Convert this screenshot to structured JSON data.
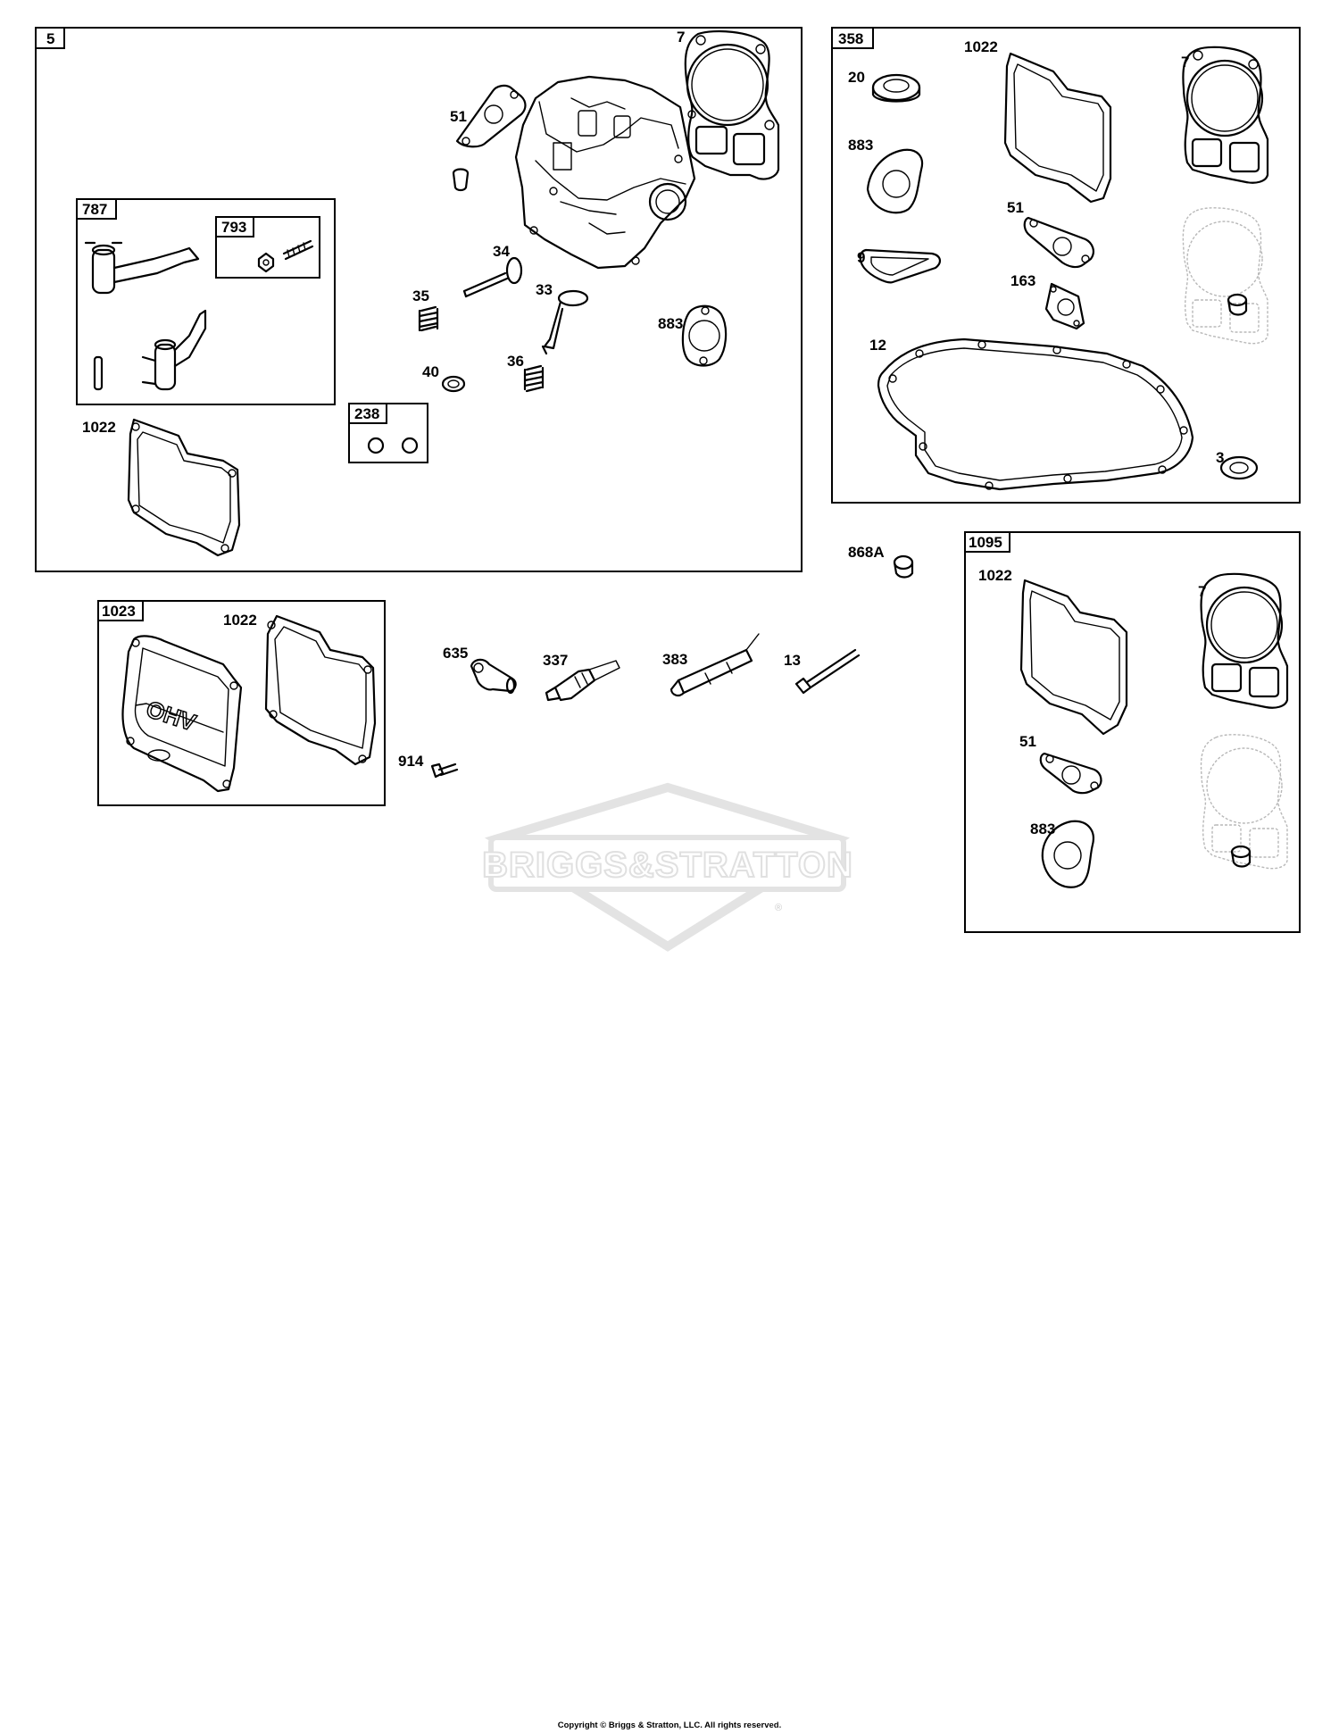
{
  "groups": {
    "g5": {
      "tag": "5"
    },
    "g358": {
      "tag": "358"
    },
    "g787": {
      "tag": "787"
    },
    "g793": {
      "tag": "793"
    },
    "g238": {
      "tag": "238"
    },
    "g1023": {
      "tag": "1023"
    },
    "g1095": {
      "tag": "1095"
    }
  },
  "parts": {
    "p7a": "7",
    "p51a": "51",
    "p34": "34",
    "p35": "35",
    "p33": "33",
    "p883a": "883",
    "p40": "40",
    "p36": "36",
    "p1022a": "1022",
    "p20": "20",
    "p1022b": "1022",
    "p7b": "7",
    "p883b": "883",
    "p51b": "51",
    "p9": "9",
    "p163": "163",
    "p12": "12",
    "p3": "3",
    "p868a": "868A",
    "p1022c": "1022",
    "p635": "635",
    "p337": "337",
    "p383": "383",
    "p13": "13",
    "p914": "914",
    "p1022d": "1022",
    "p7c": "7",
    "p51c": "51",
    "p883c": "883"
  },
  "watermark": {
    "text": "BRIGGS&STRATTON",
    "mark": "®"
  },
  "cover_text": "OHV",
  "copyright": "Copyright © Briggs & Stratton, LLC. All rights reserved."
}
